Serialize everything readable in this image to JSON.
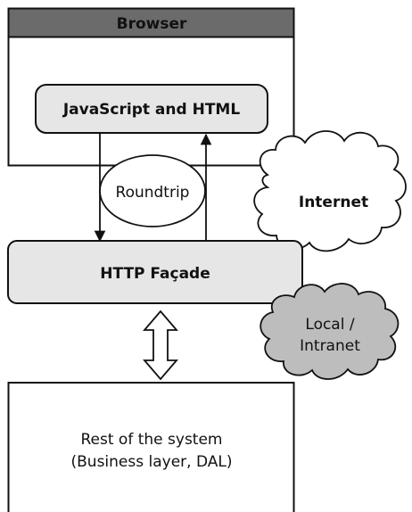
{
  "browser": {
    "title": "Browser",
    "header_color": "#6b6b6b",
    "header_text_color": "#ffffff"
  },
  "client": {
    "label": "JavaScript and HTML",
    "fill": "#e6e6e6"
  },
  "roundtrip": {
    "label": "Roundtrip"
  },
  "internet": {
    "label": "Internet",
    "fill": "#ffffff"
  },
  "facade": {
    "label": "HTTP Façade",
    "fill": "#e6e6e6"
  },
  "intranet": {
    "line1": "Local /",
    "line2": "Intranet",
    "fill": "#bdbdbd"
  },
  "system": {
    "line1": "Rest of the system",
    "line2": "(Business layer, DAL)"
  }
}
